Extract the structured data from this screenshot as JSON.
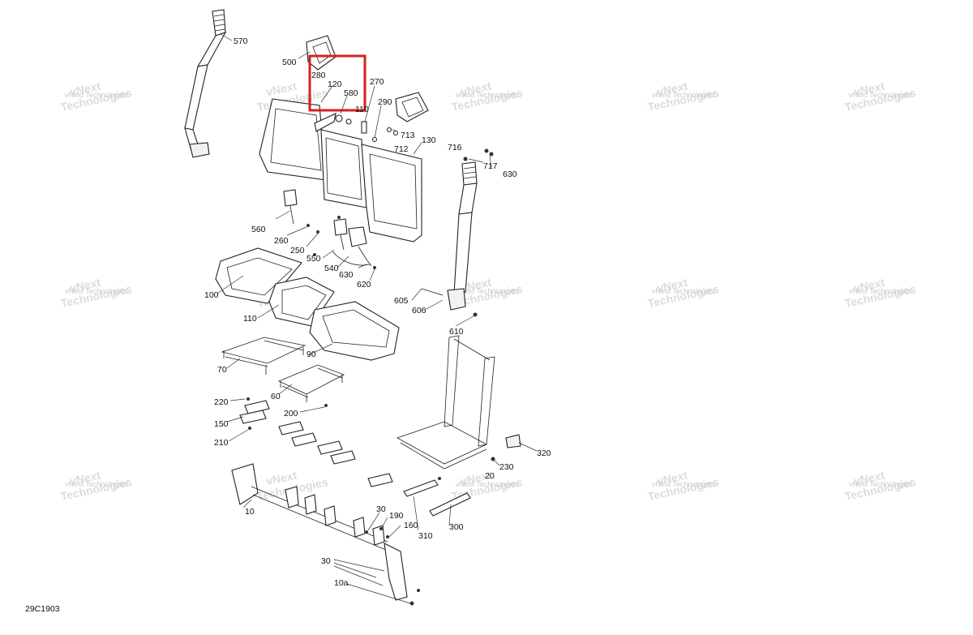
{
  "diagram_code": "29C1903",
  "watermark": {
    "line1": "vNext",
    "line2": "Technologies",
    "line3": "vNext Technologies"
  },
  "highlight_color": "#d62020",
  "callouts": [
    "570",
    "500",
    "280",
    "120",
    "580",
    "270",
    "290",
    "713",
    "712",
    "130",
    "716",
    "717",
    "630",
    "110",
    "560",
    "260",
    "250",
    "550",
    "540",
    "630",
    "620",
    "605",
    "606",
    "610",
    "100",
    "110",
    "90",
    "70",
    "60",
    "220",
    "150",
    "210",
    "200",
    "320",
    "230",
    "20",
    "300",
    "310",
    "30",
    "190",
    "160",
    "10",
    "30",
    "10a"
  ]
}
